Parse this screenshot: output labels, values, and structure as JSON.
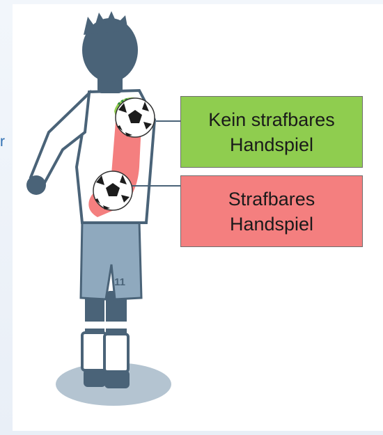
{
  "labels": {
    "no_penalty": {
      "line1": "Kein strafbares",
      "line2": "Handspiel",
      "color": "#8fcd4f"
    },
    "penalty": {
      "line1": "Strafbares",
      "line2": "Handspiel",
      "color": "#f47f7f"
    }
  },
  "player": {
    "shirt_number": "11"
  },
  "stray_text": "r"
}
